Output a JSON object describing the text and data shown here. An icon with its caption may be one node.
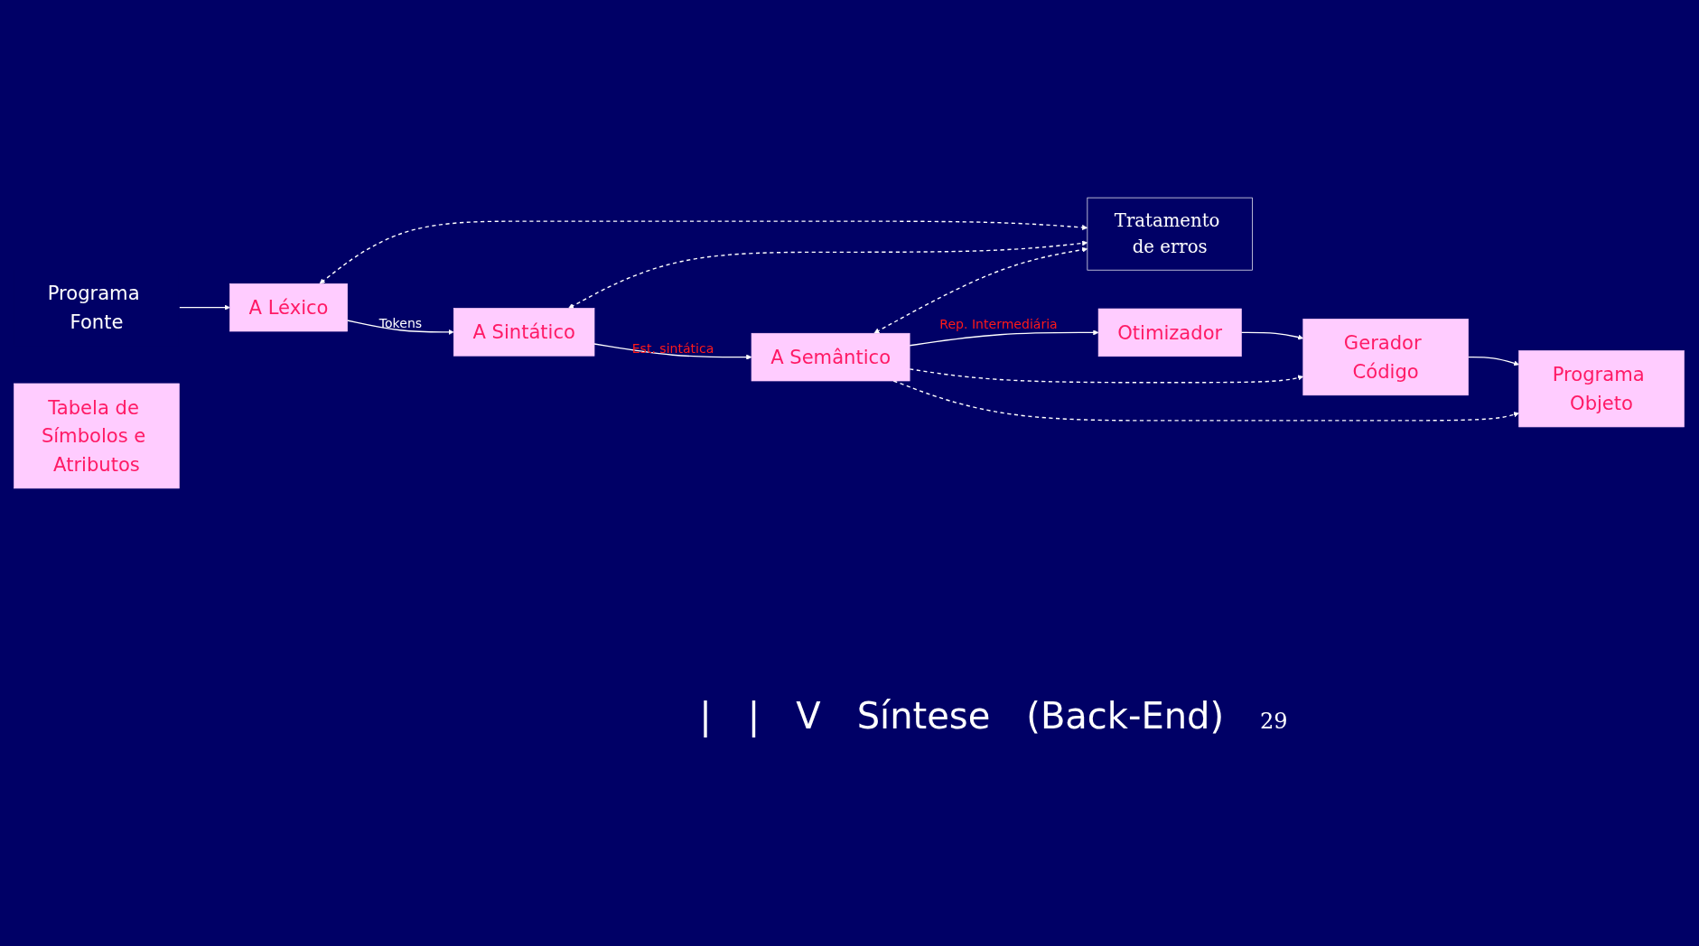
{
  "diagram": {
    "nodes": [
      {
        "text": [
          "Programa Fonte"
        ]
      },
      {
        "text": [
          "A Léxico"
        ]
      },
      {
        "text": [
          "A Sintático"
        ]
      },
      {
        "text": [
          "A Semântico"
        ]
      },
      {
        "text": [
          "Tabela de Símbolos e Atributos"
        ]
      },
      {
        "text": [
          "Tratamento de erros"
        ]
      },
      {
        "text": [
          "Otimizador"
        ]
      },
      {
        "text": [
          "Gerador Código"
        ]
      },
      {
        "text": [
          "Programa Objeto"
        ]
      }
    ],
    "edges": [
      {
        "from": 0,
        "to": 1,
        "arrow": "to"
      },
      {
        "from": 1,
        "to": 2,
        "arrow": "to",
        "label": "Tokens"
      },
      {
        "from": 2,
        "to": 3,
        "arrow": "to",
        "label": "Est. sintática"
      },
      {
        "from": 3,
        "to": 6,
        "arrow": "to",
        "label": "Rep. Intermediária"
      },
      {
        "from": 6,
        "to": 7,
        "arrow": "to"
      },
      {
        "from": 7,
        "to": 8,
        "arrow": "to"
      },
      {
        "from": 1,
        "to": 5,
        "arrow": "both",
        "style": "dashed"
      },
      {
        "from": 2,
        "to": 5,
        "arrow": "both",
        "style": "dashed"
      },
      {
        "from": 3,
        "to": 5,
        "arrow": "both",
        "style": "dashed"
      },
      {
        "from": 3,
        "to": 7,
        "arrow": "to",
        "style": "dashed"
      },
      {
        "from": 3,
        "to": 8,
        "arrow": "to",
        "style": "dashed"
      }
    ],
    "labels": [
      "|",
      "|",
      "V",
      "Síntese",
      "(Back-End)",
      "29"
    ]
  }
}
